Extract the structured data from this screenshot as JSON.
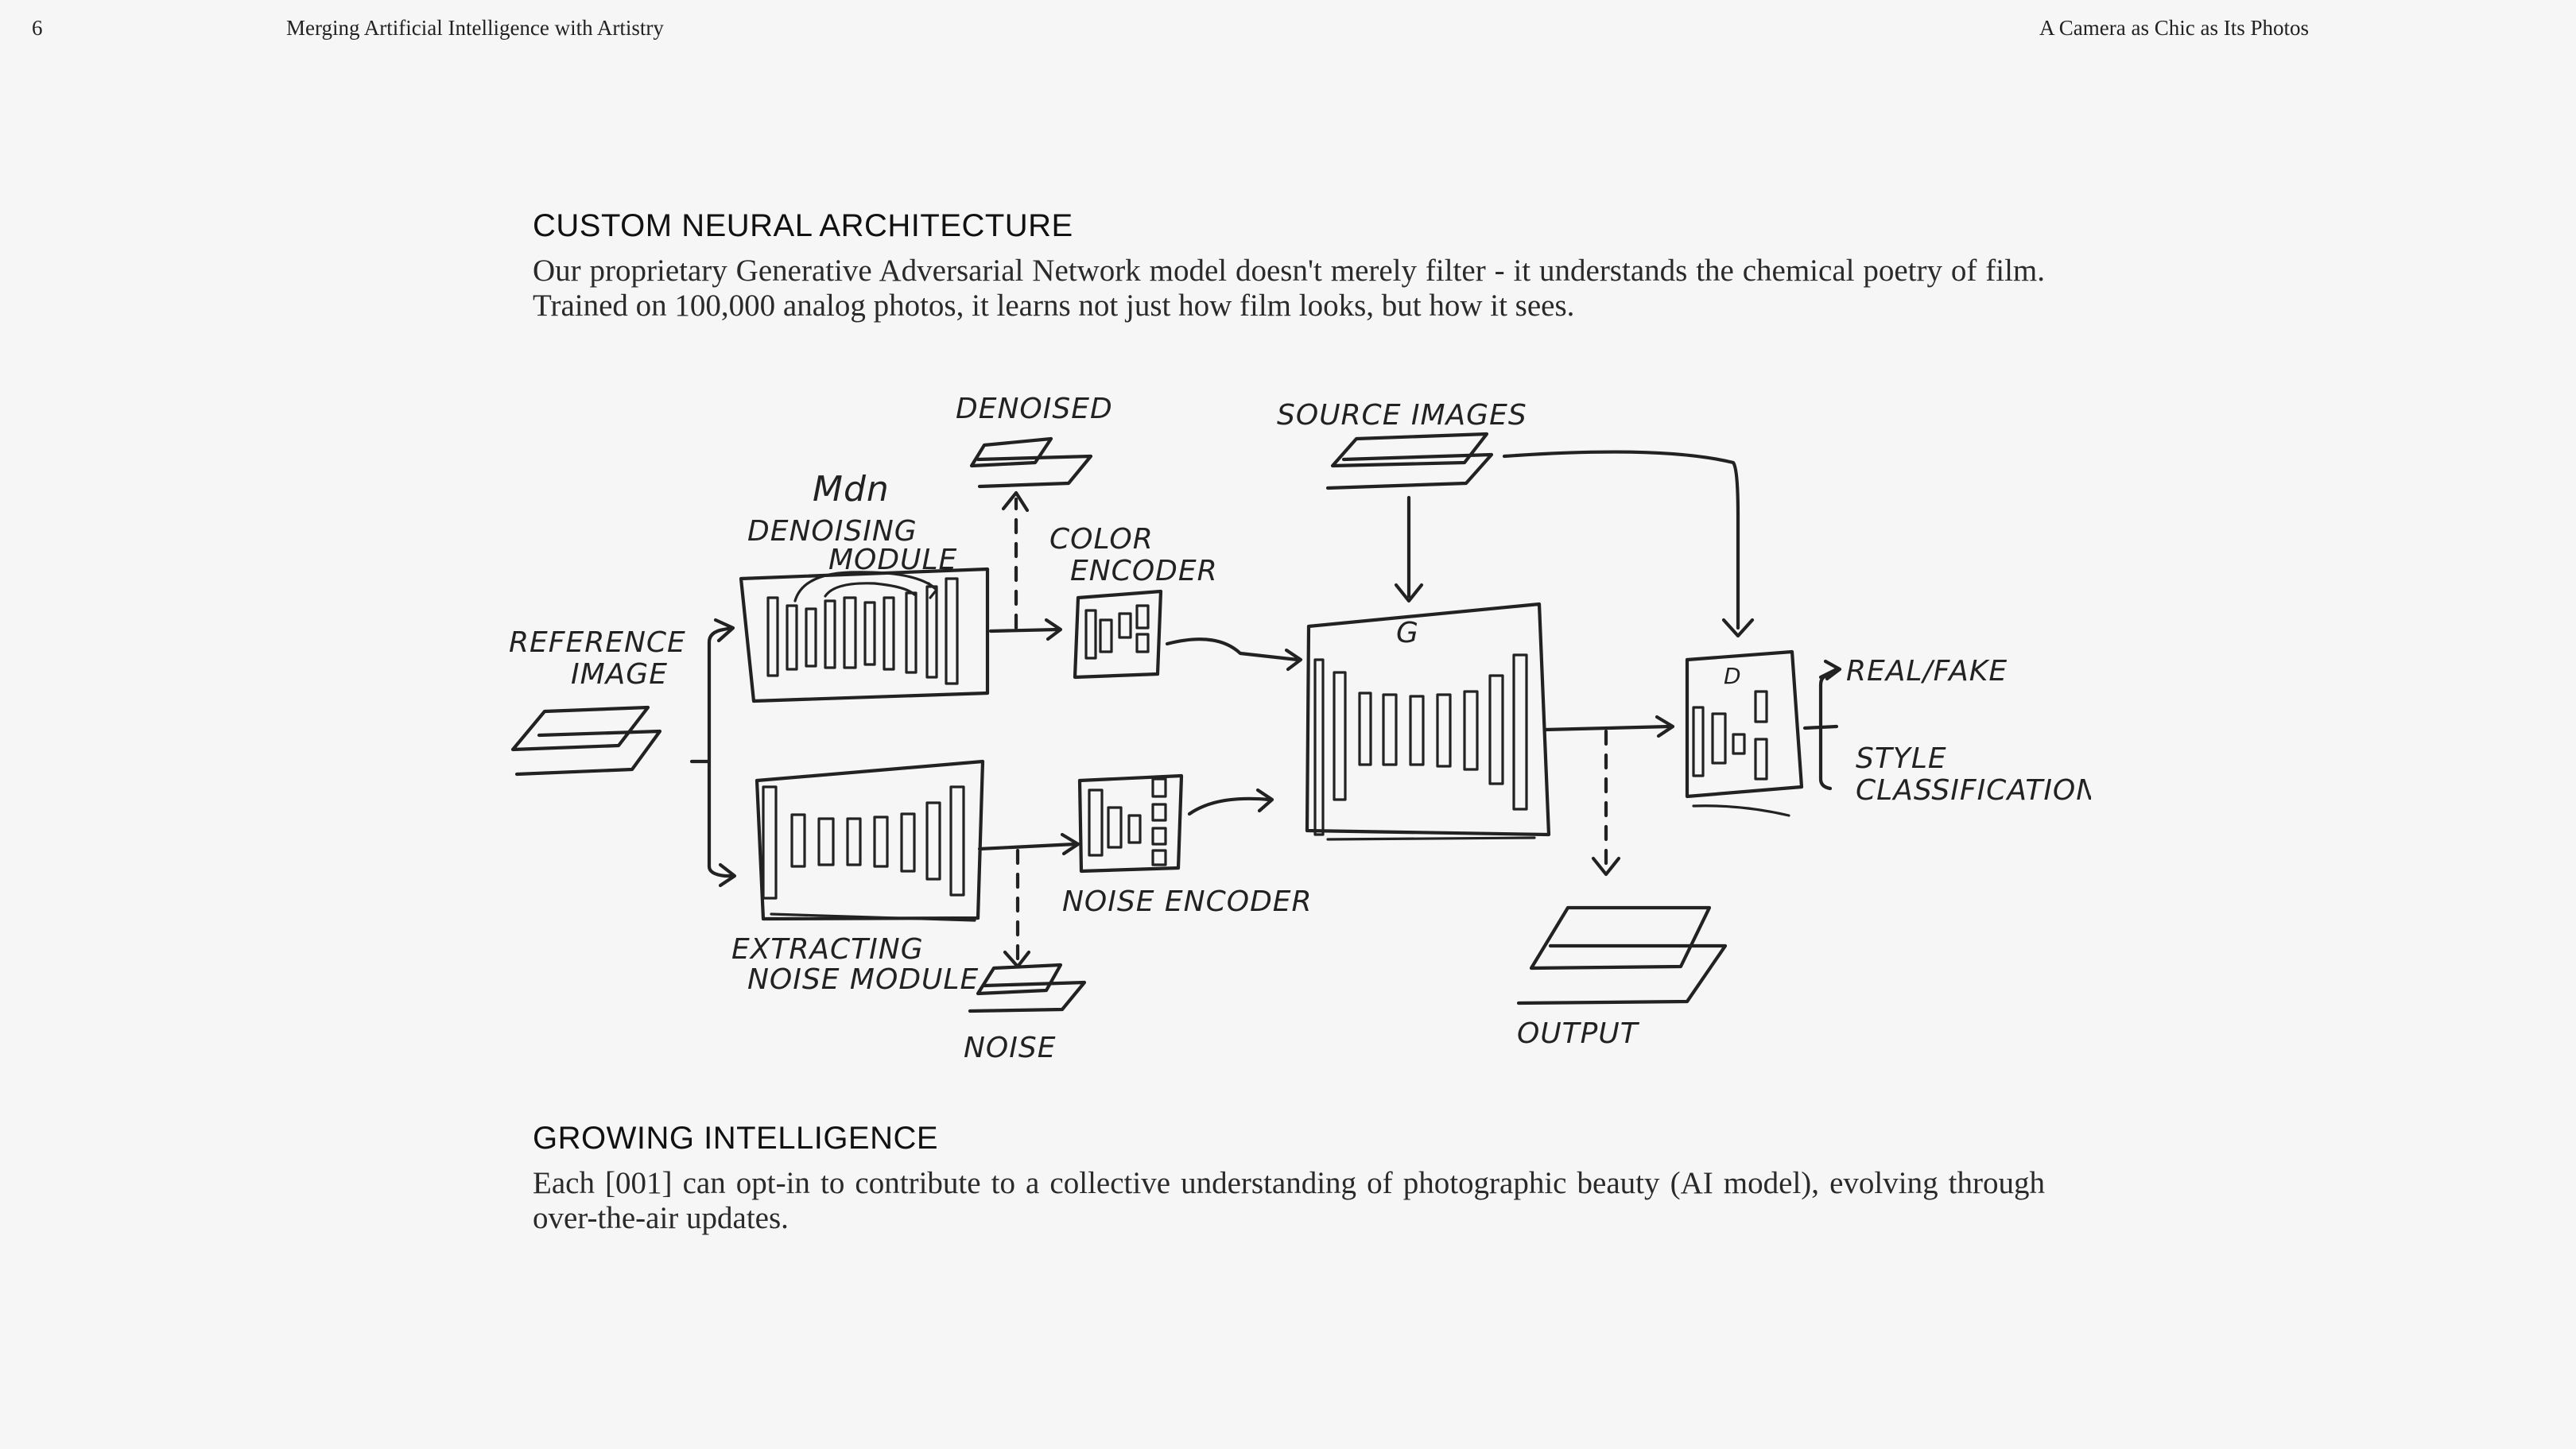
{
  "header": {
    "page_number": "6",
    "running_title_left": "Merging Artificial Intelligence with Artistry",
    "running_title_right": "A Camera as Chic as Its Photos"
  },
  "sections": [
    {
      "title": "CUSTOM NEURAL ARCHITECTURE",
      "body": "Our proprietary Generative Adversarial Network model doesn't merely filter - it understands the chemical poetry of film. Trained on 100,000 analog photos, it learns not just how film looks, but how it sees."
    },
    {
      "title": "GROWING INTELLIGENCE",
      "body": "Each [001] can opt-in to contribute to a collective understanding of photographic beauty (AI model), evolving through over-the-air updates."
    }
  ],
  "diagram": {
    "labels": {
      "reference_image": [
        "REFERENCE",
        "IMAGE"
      ],
      "mdn": "Mdn",
      "denoising_module": [
        "DENOISING",
        "MODULE"
      ],
      "denoised": "DENOISED",
      "color_encoder": [
        "COLOR",
        "ENCODER"
      ],
      "source_images": "SOURCE IMAGES",
      "generator": "G",
      "discriminator": "D",
      "real_fake": "REAL/FAKE",
      "style_classification": [
        "STYLE",
        "CLASSIFICATION"
      ],
      "extracting_noise_module": [
        "EXTRACTING",
        "NOISE MODULE"
      ],
      "noise_encoder": "NOISE ENCODER",
      "noise": "NOISE",
      "output": "OUTPUT"
    }
  }
}
